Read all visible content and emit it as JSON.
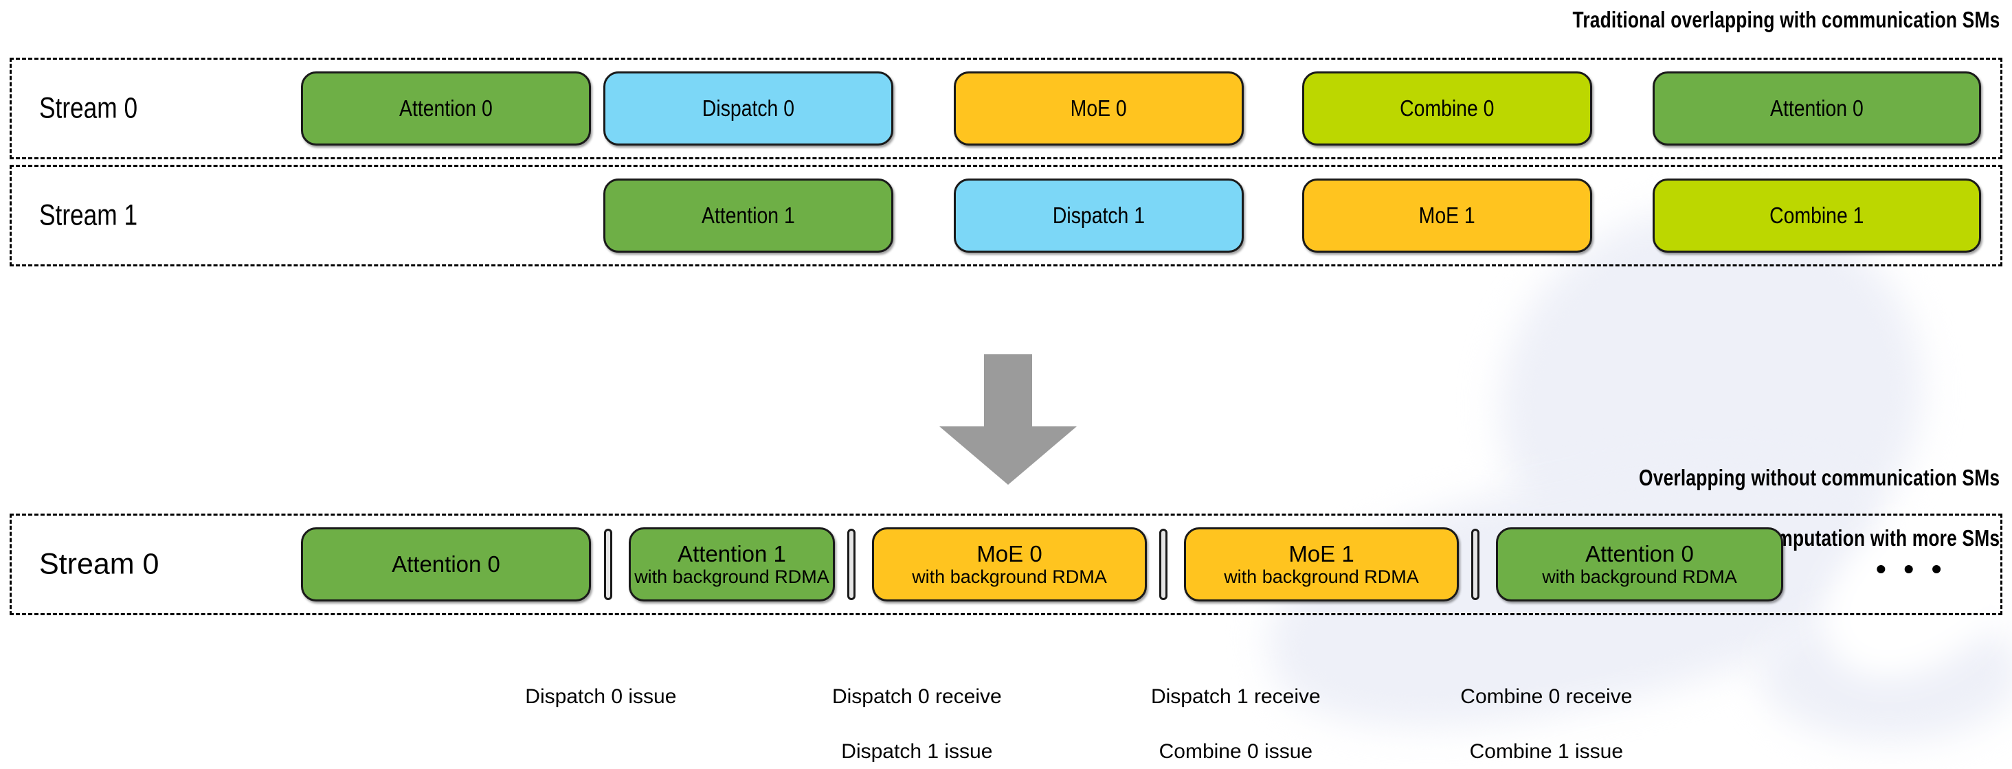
{
  "headings": {
    "top": "Traditional overlapping with communication SMs",
    "bottom_line1": "Overlapping without communication SMs",
    "bottom_line2": "→ Faster computation with more SMs"
  },
  "colors": {
    "attention": "#6eaf46",
    "dispatch": "#7cd7f7",
    "moe": "#ffc41f",
    "combine": "#bcd700",
    "arrow": "#9b9b9b",
    "separator": "#e6e6e6",
    "outline": "#1a1a1a",
    "background": "#ffffff",
    "watermark": "#eef0f8"
  },
  "lanes": [
    {
      "id": "stream0-top",
      "label": "Stream 0",
      "boxes": [
        {
          "title": "Attention 0",
          "subtitle": "",
          "color": "attention"
        },
        {
          "title": "Dispatch 0",
          "subtitle": "",
          "color": "dispatch"
        },
        {
          "title": "MoE 0",
          "subtitle": "",
          "color": "moe"
        },
        {
          "title": "Combine 0",
          "subtitle": "",
          "color": "combine"
        },
        {
          "title": "Attention 0",
          "subtitle": "",
          "color": "attention"
        }
      ]
    },
    {
      "id": "stream1",
      "label": "Stream 1",
      "boxes": [
        {
          "title": "Attention 1",
          "subtitle": "",
          "color": "attention"
        },
        {
          "title": "Dispatch 1",
          "subtitle": "",
          "color": "dispatch"
        },
        {
          "title": "MoE 1",
          "subtitle": "",
          "color": "moe"
        },
        {
          "title": "Combine 1",
          "subtitle": "",
          "color": "combine"
        }
      ]
    },
    {
      "id": "stream0-bottom",
      "label": "Stream 0",
      "boxes": [
        {
          "title": "Attention 0",
          "subtitle": "",
          "color": "attention"
        },
        {
          "title": "Attention 1",
          "subtitle": "with background RDMA",
          "color": "attention"
        },
        {
          "title": "MoE 0",
          "subtitle": "with background RDMA",
          "color": "moe"
        },
        {
          "title": "MoE 1",
          "subtitle": "with background RDMA",
          "color": "moe"
        },
        {
          "title": "Attention 0",
          "subtitle": "with background RDMA",
          "color": "attention"
        }
      ],
      "ellipsis": "• • •"
    }
  ],
  "captions": [
    {
      "line1": "Dispatch 0 issue",
      "line2": ""
    },
    {
      "line1": "Dispatch 0 receive",
      "line2": "Dispatch 1 issue"
    },
    {
      "line1": "Dispatch 1 receive",
      "line2": "Combine 0 issue"
    },
    {
      "line1": "Combine 0 receive",
      "line2": "Combine 1 issue"
    }
  ],
  "arrow": {
    "name": "down-arrow",
    "direction": "down"
  }
}
